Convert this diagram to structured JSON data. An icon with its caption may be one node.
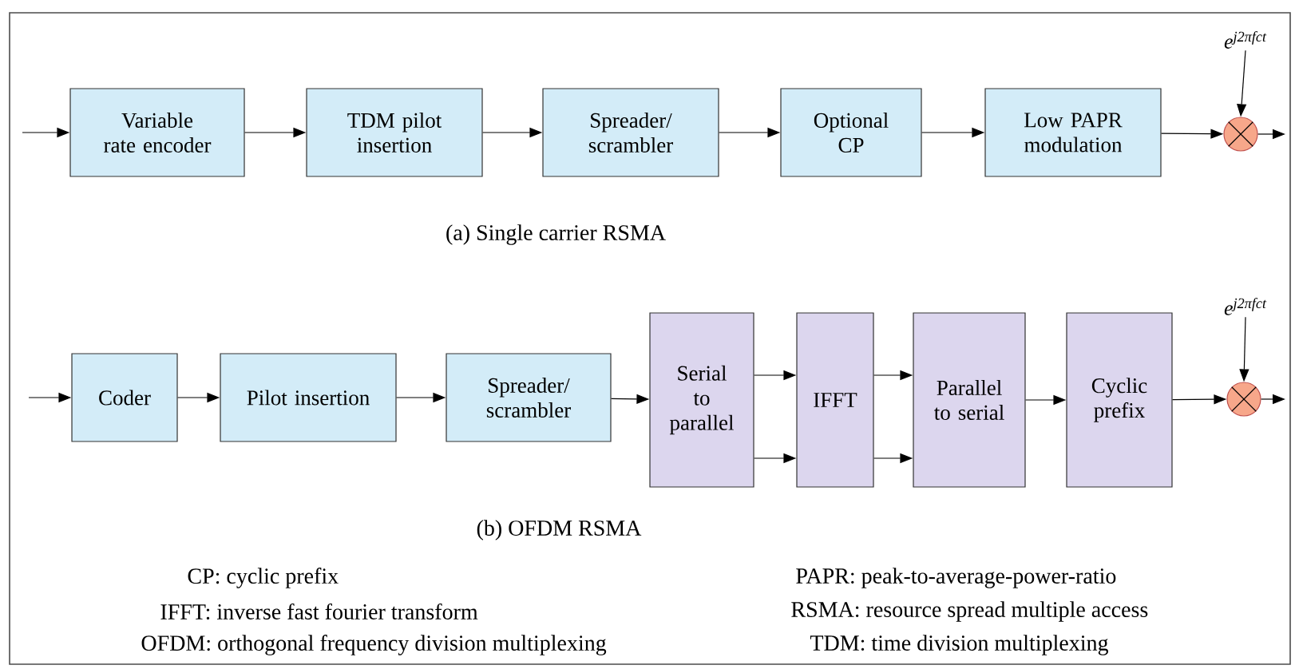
{
  "diagram": {
    "nodes": [
      {
        "text": [
          "Variable rate encoder"
        ]
      },
      {
        "text": [
          "TDM pilot insertion"
        ]
      },
      {
        "text": [
          "Spreader/ scrambler"
        ]
      },
      {
        "text": [
          "Optional CP"
        ]
      },
      {
        "text": [
          "Low PAPR modulation"
        ]
      },
      {
        "text": [],
        "shape": "circle"
      },
      {
        "text": [
          "e$^{j2πfct}$"
        ]
      },
      {
        "text": [
          "Coder"
        ]
      },
      {
        "text": [
          "Pilot insertion"
        ]
      },
      {
        "text": [
          "Spreader/ scrambler"
        ]
      },
      {
        "text": [
          "Serial to parallel"
        ]
      },
      {
        "text": [
          "IFFT"
        ]
      },
      {
        "text": [
          "Parallel to serial"
        ]
      },
      {
        "text": [
          "Cyclic prefix"
        ]
      },
      {
        "text": [],
        "shape": "circle"
      },
      {
        "text": [
          "e$^{j2πfct}$"
        ]
      }
    ],
    "edges": [
      {
        "from": null,
        "to": 0,
        "arrow": "to"
      },
      {
        "from": 0,
        "to": 1,
        "arrow": "to"
      },
      {
        "from": 1,
        "to": 2,
        "arrow": "to"
      },
      {
        "from": 2,
        "to": 3,
        "arrow": "to"
      },
      {
        "from": 3,
        "to": 4,
        "arrow": "to"
      },
      {
        "from": 4,
        "to": 5,
        "arrow": "to"
      },
      {
        "from": 6,
        "to": 5,
        "arrow": "to"
      },
      {
        "from": 5,
        "to": null,
        "arrow": "to"
      },
      {
        "from": null,
        "to": 7,
        "arrow": "to"
      },
      {
        "from": 7,
        "to": 8,
        "arrow": "to"
      },
      {
        "from": 8,
        "to": 9,
        "arrow": "to"
      },
      {
        "from": 9,
        "to": 10,
        "arrow": "to"
      },
      {
        "from": 10,
        "to": 11,
        "arrow": "to"
      },
      {
        "from": 10,
        "to": 11,
        "arrow": "to"
      },
      {
        "from": 11,
        "to": 12,
        "arrow": "to"
      },
      {
        "from": 11,
        "to": 12,
        "arrow": "to"
      },
      {
        "from": 12,
        "to": 13,
        "arrow": "to"
      },
      {
        "from": 13,
        "to": 14,
        "arrow": "to"
      },
      {
        "from": 15,
        "to": 14,
        "arrow": "to"
      },
      {
        "from": 14,
        "to": null,
        "arrow": "to"
      }
    ],
    "labels": [
      "(a) Single carrier RSMA",
      "(b) OFDM RSMA",
      "CP: cyclic prefix",
      "PAPR: peak-to-average-power-ratio",
      "IFFT: inverse fast fourier transform",
      "RSMA: resource spread multiple access",
      "OFDM: orthogonal frequency division multiplexing",
      "TDM: time division multiplexing"
    ]
  }
}
